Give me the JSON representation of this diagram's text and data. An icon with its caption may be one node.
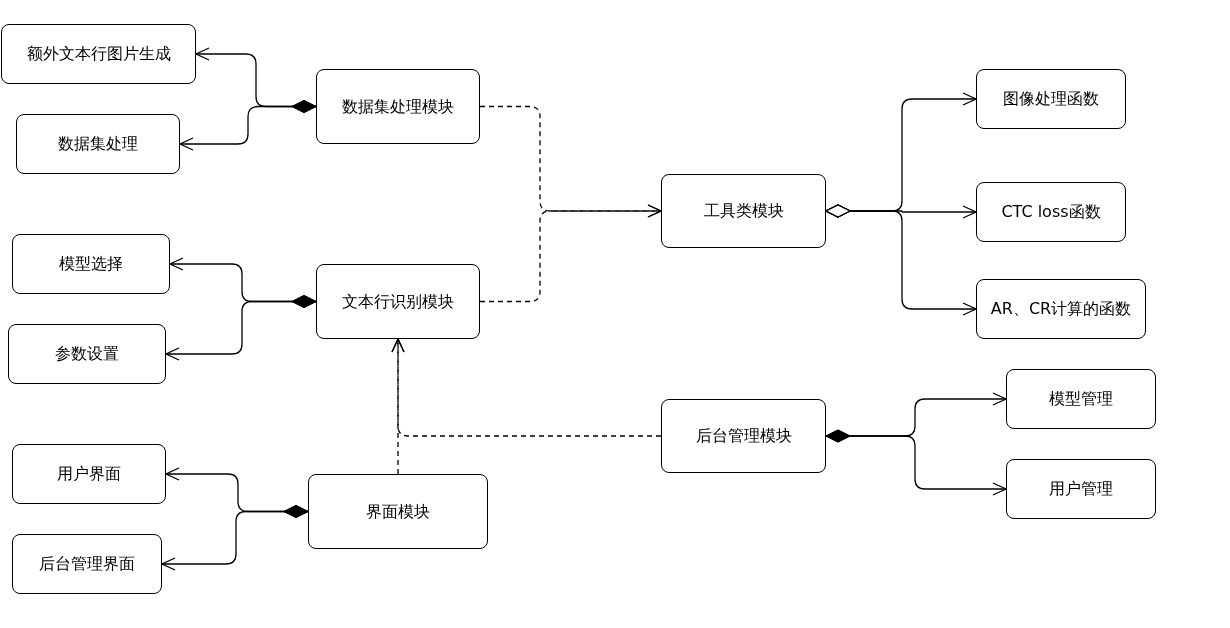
{
  "diagram": {
    "nodes": [
      {
        "text": [
          "额外文本行图片生成"
        ]
      },
      {
        "text": [
          "数据集处理"
        ]
      },
      {
        "text": [
          "数据集处理模块"
        ]
      },
      {
        "text": [
          "模型选择"
        ]
      },
      {
        "text": [
          "参数设置"
        ]
      },
      {
        "text": [
          "文本行识别模块"
        ]
      },
      {
        "text": [
          "用户界面"
        ]
      },
      {
        "text": [
          "后台管理界面"
        ]
      },
      {
        "text": [
          "界面模块"
        ]
      },
      {
        "text": [
          "工具类模块"
        ]
      },
      {
        "text": [
          "图像处理函数"
        ]
      },
      {
        "text": [
          "CTC loss函数"
        ]
      },
      {
        "text": [
          "AR、CR计算的函数"
        ]
      },
      {
        "text": [
          "后台管理模块"
        ]
      },
      {
        "text": [
          "模型管理"
        ]
      },
      {
        "text": [
          "用户管理"
        ]
      }
    ],
    "edges": [
      {
        "from": 2,
        "to": 0,
        "arrow": "to"
      },
      {
        "from": 2,
        "to": 1,
        "arrow": "to"
      },
      {
        "from": 5,
        "to": 3,
        "arrow": "to"
      },
      {
        "from": 5,
        "to": 4,
        "arrow": "to"
      },
      {
        "from": 8,
        "to": 6,
        "arrow": "to"
      },
      {
        "from": 8,
        "to": 7,
        "arrow": "to"
      },
      {
        "from": 9,
        "to": 10,
        "arrow": "to"
      },
      {
        "from": 9,
        "to": 11,
        "arrow": "to"
      },
      {
        "from": 9,
        "to": 12,
        "arrow": "to"
      },
      {
        "from": 13,
        "to": 14,
        "arrow": "to"
      },
      {
        "from": 13,
        "to": 15,
        "arrow": "to"
      },
      {
        "from": 2,
        "to": 9,
        "arrow": "to",
        "style": "dashed"
      },
      {
        "from": 5,
        "to": 9,
        "arrow": "to",
        "style": "dashed"
      },
      {
        "from": 8,
        "to": 5,
        "arrow": "to",
        "style": "dashed"
      },
      {
        "from": 13,
        "to": 5,
        "arrow": "to",
        "style": "dashed"
      }
    ]
  }
}
